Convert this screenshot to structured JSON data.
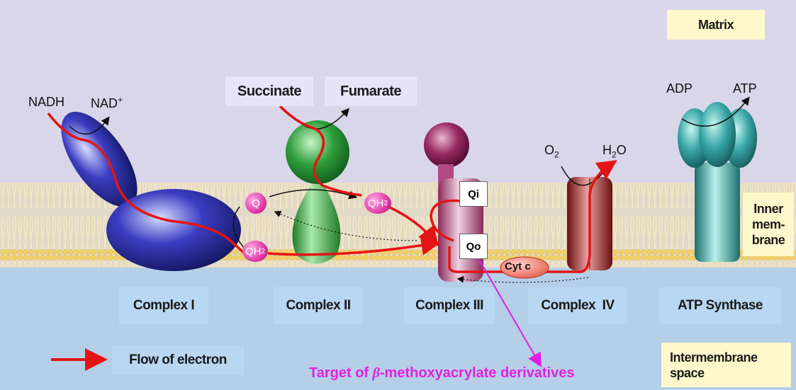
{
  "regions": {
    "matrix": "Matrix",
    "inner_membrane": [
      "Inner",
      "mem-",
      "brane"
    ],
    "intermembrane": [
      "Intermembrane",
      "space"
    ]
  },
  "complexes": [
    "Complex I",
    "Complex II",
    "Complex III",
    "Complex  IV",
    "ATP Synthase"
  ],
  "substrates": {
    "nadh": "NADH",
    "nad": "NAD",
    "nad_sup": "+",
    "succinate": "Succinate",
    "fumarate": "Fumarate",
    "o2": "O",
    "o2_sub": "2",
    "h2o_h": "H",
    "h2o_sub": "2",
    "h2o_o": "O",
    "adp": "ADP",
    "atp": "ATP"
  },
  "quinones": {
    "q": "Q",
    "qh2_a": "QH",
    "qh2_a_sub": "2",
    "qh2_b": "QH",
    "qh2_b_sub": "2"
  },
  "sites": {
    "qi": "Qi",
    "qo": "Qo"
  },
  "cyt_c": "Cyt c",
  "legend": {
    "flow": "Flow of electron"
  },
  "target": {
    "prefix": "Target of ",
    "beta": "β",
    "suffix": "-methoxyacrylate derivatives"
  },
  "colors": {
    "electron_flow": "#e41414",
    "target_arrow": "#e020e0",
    "complex_i": "#2a2c9c",
    "complex_ii": "#2c9a3c",
    "complex_iii": "#8a1a50",
    "complex_iv": "#8a1c1c",
    "atp_synthase": "#2a9a9a",
    "membrane": "#f5d96a",
    "intermembrane": "#b5cfe8",
    "matrix": "#d9d6ea"
  }
}
